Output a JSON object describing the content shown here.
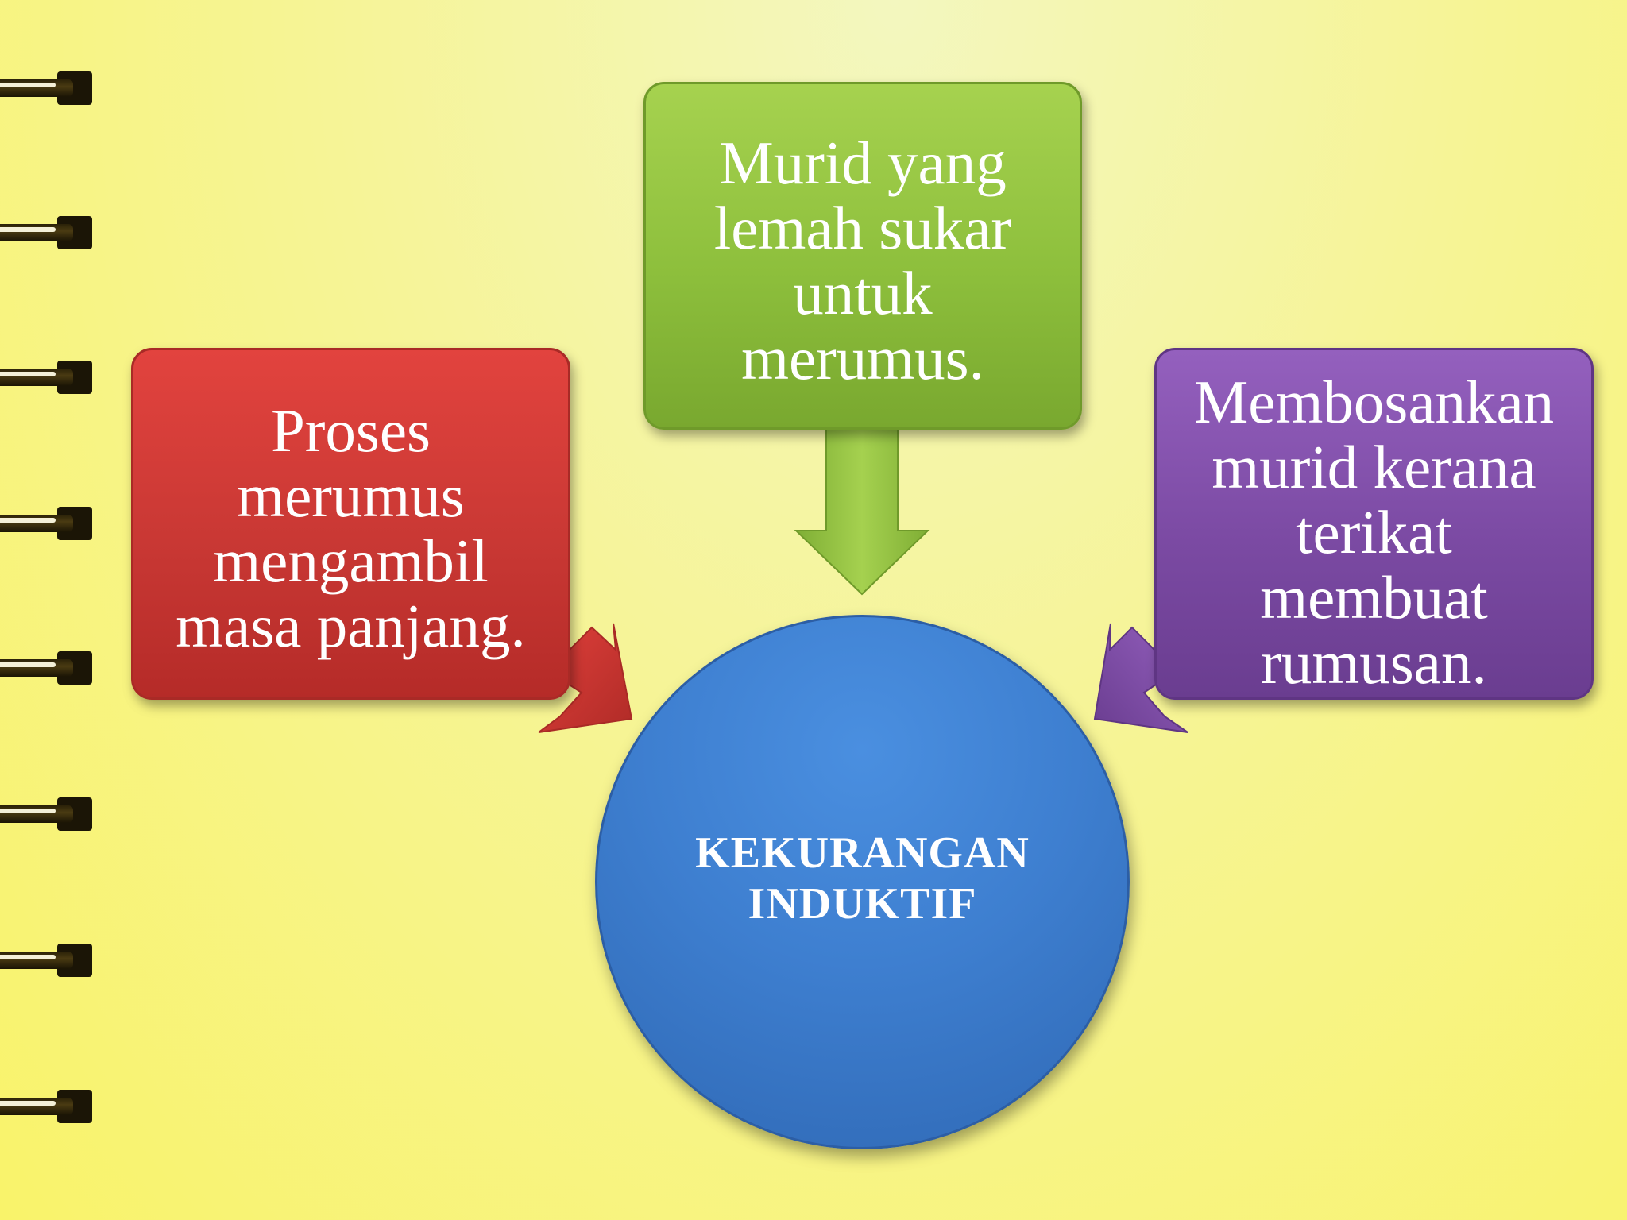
{
  "diagram": {
    "center": {
      "label_line1": "KEKURANGAN",
      "label_line2": "INDUKTIF",
      "color": "#3e7fd0"
    },
    "boxes": [
      {
        "text": "Proses\nmerumus\nmengambil\nmasa panjang.",
        "color": "#c93834"
      },
      {
        "text": "Murid yang\nlemah sukar\nuntuk\nmerumus.",
        "color": "#8dbf3c"
      },
      {
        "text": "Membosankan\nmurid kerana\nterikat\nmembuat\nrumusan.",
        "color": "#7b4aa3"
      }
    ]
  }
}
